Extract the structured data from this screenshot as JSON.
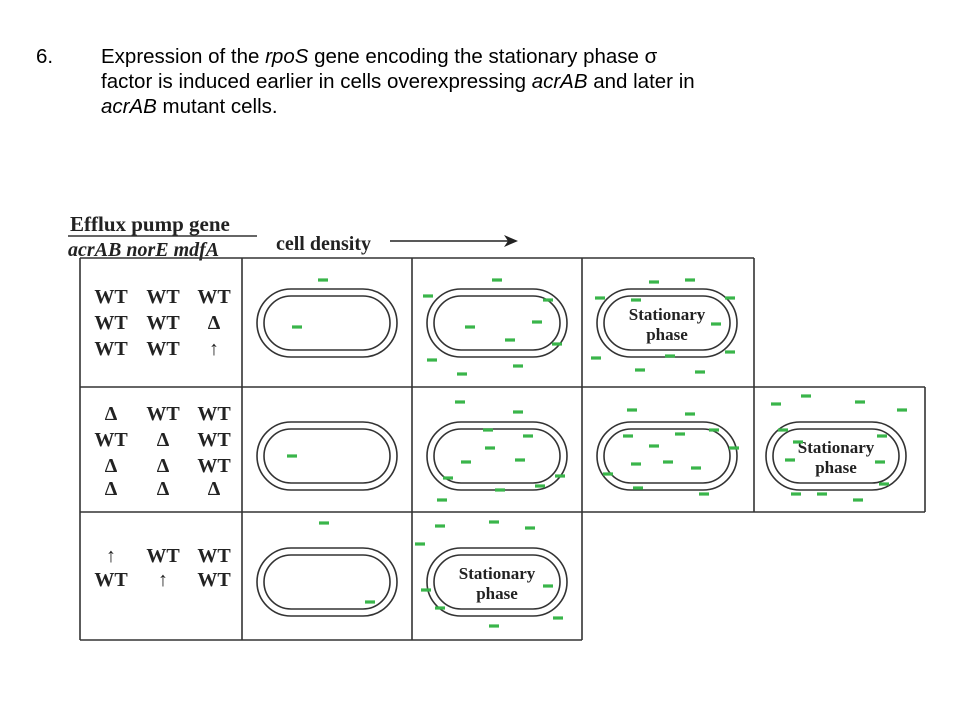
{
  "caption": {
    "number": "6.",
    "lines": [
      [
        {
          "t": "Expression of the ",
          "i": false
        },
        {
          "t": "rpoS",
          "i": true
        },
        {
          "t": " gene encoding the stationary phase σ",
          "i": false
        }
      ],
      [
        {
          "t": "factor is induced earlier in cells overexpressing ",
          "i": false
        },
        {
          "t": "acrAB",
          "i": true
        },
        {
          "t": " and later in",
          "i": false
        }
      ],
      [
        {
          "t": "acrAB",
          "i": true
        },
        {
          "t": " mutant cells.",
          "i": false
        }
      ]
    ]
  },
  "header": {
    "title": "Efflux pump gene",
    "genes": "acrAB norE mdfA",
    "density_label": "cell density"
  },
  "rows": [
    {
      "genotypes": [
        [
          "WT",
          "WT",
          "WT"
        ],
        [
          "WT",
          "WT",
          "Δ"
        ],
        [
          "WT",
          "WT",
          "↑"
        ]
      ]
    },
    {
      "genotypes": [
        [
          "Δ",
          "WT",
          "WT"
        ],
        [
          "WT",
          "Δ",
          "WT"
        ],
        [
          "Δ",
          "Δ",
          "WT"
        ],
        [
          "Δ",
          "Δ",
          "Δ"
        ]
      ]
    },
    {
      "genotypes": [
        [
          "↑",
          "WT",
          "WT"
        ],
        [
          "WT",
          "↑",
          "WT"
        ]
      ]
    }
  ],
  "stationary_label": [
    "Stationary",
    "phase"
  ],
  "colors": {
    "signal": "#39b54a",
    "line": "#333333"
  }
}
